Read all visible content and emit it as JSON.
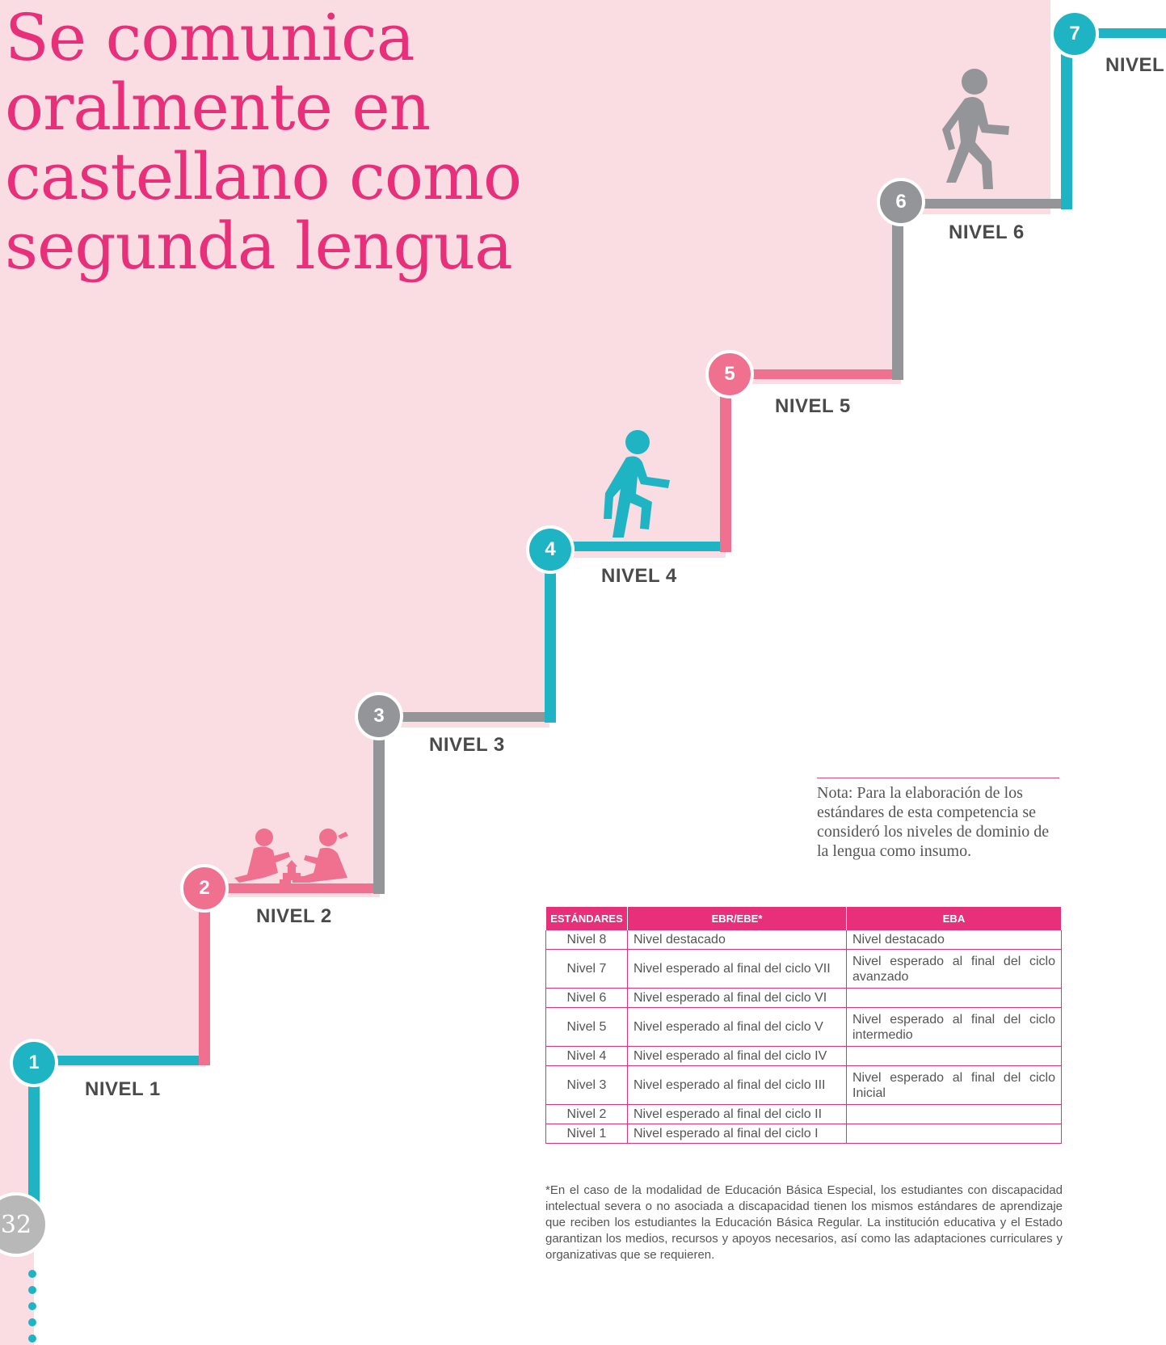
{
  "title": "Se comunica oralmente en castellano como segunda lengua",
  "levels": [
    {
      "number": "1",
      "label": "NIVEL 1"
    },
    {
      "number": "2",
      "label": "NIVEL 2"
    },
    {
      "number": "3",
      "label": "NIVEL 3"
    },
    {
      "number": "4",
      "label": "NIVEL 4"
    },
    {
      "number": "5",
      "label": "NIVEL 5"
    },
    {
      "number": "6",
      "label": "NIVEL 6"
    },
    {
      "number": "7",
      "label": "NIVEL"
    }
  ],
  "note": "Nota: Para la elaboración de los estándares de esta competencia se consideró los niveles de dominio de la lengua como insumo.",
  "table": {
    "headers": [
      "ESTÁNDARES",
      "EBR/EBE*",
      "EBA"
    ],
    "rows": [
      [
        "Nivel 8",
        "Nivel destacado",
        "Nivel destacado"
      ],
      [
        "Nivel 7",
        "Nivel esperado al final del ciclo VII",
        "Nivel esperado al final del ciclo avanzado"
      ],
      [
        "Nivel 6",
        "Nivel esperado al final del ciclo VI",
        ""
      ],
      [
        "Nivel 5",
        "Nivel esperado al final del ciclo V",
        "Nivel esperado al final del ciclo intermedio"
      ],
      [
        "Nivel 4",
        "Nivel esperado al final del ciclo IV",
        ""
      ],
      [
        "Nivel 3",
        "Nivel esperado al final del ciclo III",
        "Nivel esperado al final del ciclo Inicial"
      ],
      [
        "Nivel 2",
        "Nivel esperado al final del ciclo II",
        ""
      ],
      [
        "Nivel 1",
        "Nivel esperado al final del ciclo I",
        ""
      ]
    ]
  },
  "footnote": "*En el caso de la modalidad de Educación Básica Especial, los estudiantes con discapacidad intelectual severa o no asociada a discapacidad tienen los mismos estándares de aprendizaje que reciben los estudiantes la Educación Básica Regular. La institución educativa y el Estado garantizan los medios, recursos y apoyos necesarios, así como las adaptaciones curriculares y organizativas que se requieren.",
  "page_number": "32",
  "colors": {
    "pink_title": "#e8307a",
    "teal": "#1fb4c4",
    "pink": "#f07090",
    "gray": "#939598",
    "background": "#fadce3"
  }
}
